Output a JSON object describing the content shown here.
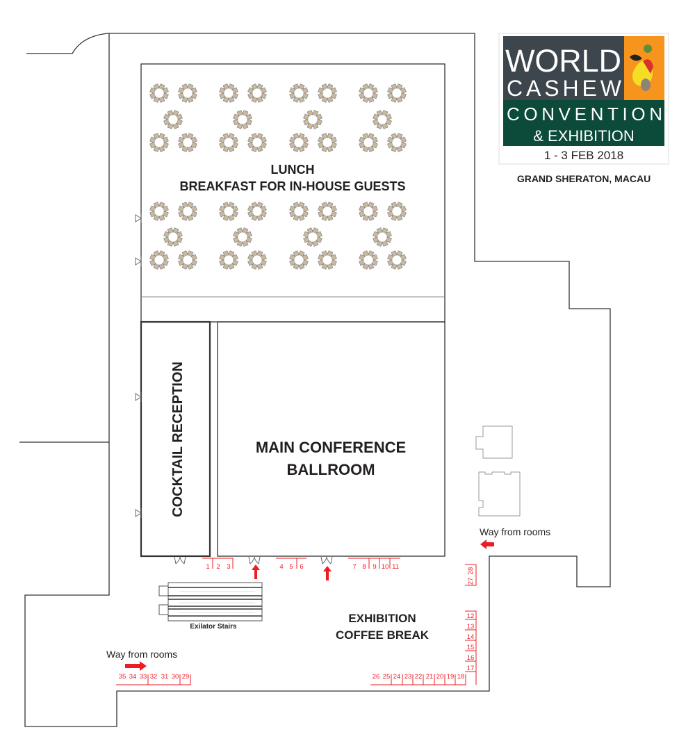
{
  "logo": {
    "line1": "WORLD",
    "line2": "CASHEW",
    "line3": "CONVENTION",
    "line4": "& EXHIBITION",
    "dates": "1 - 3 FEB 2018",
    "venue": "GRAND SHERATON, MACAU",
    "colors": {
      "slate": "#3d464c",
      "orange": "#f7941d",
      "green": "#0c4a3a"
    }
  },
  "rooms": {
    "lunch_line1": "LUNCH",
    "lunch_line2": "BREAKFAST FOR IN-HOUSE GUESTS",
    "cocktail": "COCKTAIL RECEPTION",
    "ballroom_line1": "MAIN CONFERENCE",
    "ballroom_line2": "BALLROOM",
    "exhibition_line1": "EXHIBITION",
    "exhibition_line2": "COFFEE BREAK",
    "escalator": "Exilator Stairs"
  },
  "directions": {
    "right": "Way from rooms",
    "left": "Way from rooms"
  },
  "booths": [
    "1",
    "2",
    "3",
    "4",
    "5",
    "6",
    "7",
    "8",
    "9",
    "10",
    "11",
    "12",
    "13",
    "14",
    "15",
    "16",
    "17",
    "18",
    "19",
    "20",
    "21",
    "22",
    "23",
    "24",
    "25",
    "26",
    "27",
    "28",
    "29",
    "30",
    "31",
    "32",
    "33",
    "34",
    "35"
  ],
  "colors": {
    "booth": "#ed1c24",
    "wall": "#333333",
    "table": "#c8b9a0"
  }
}
